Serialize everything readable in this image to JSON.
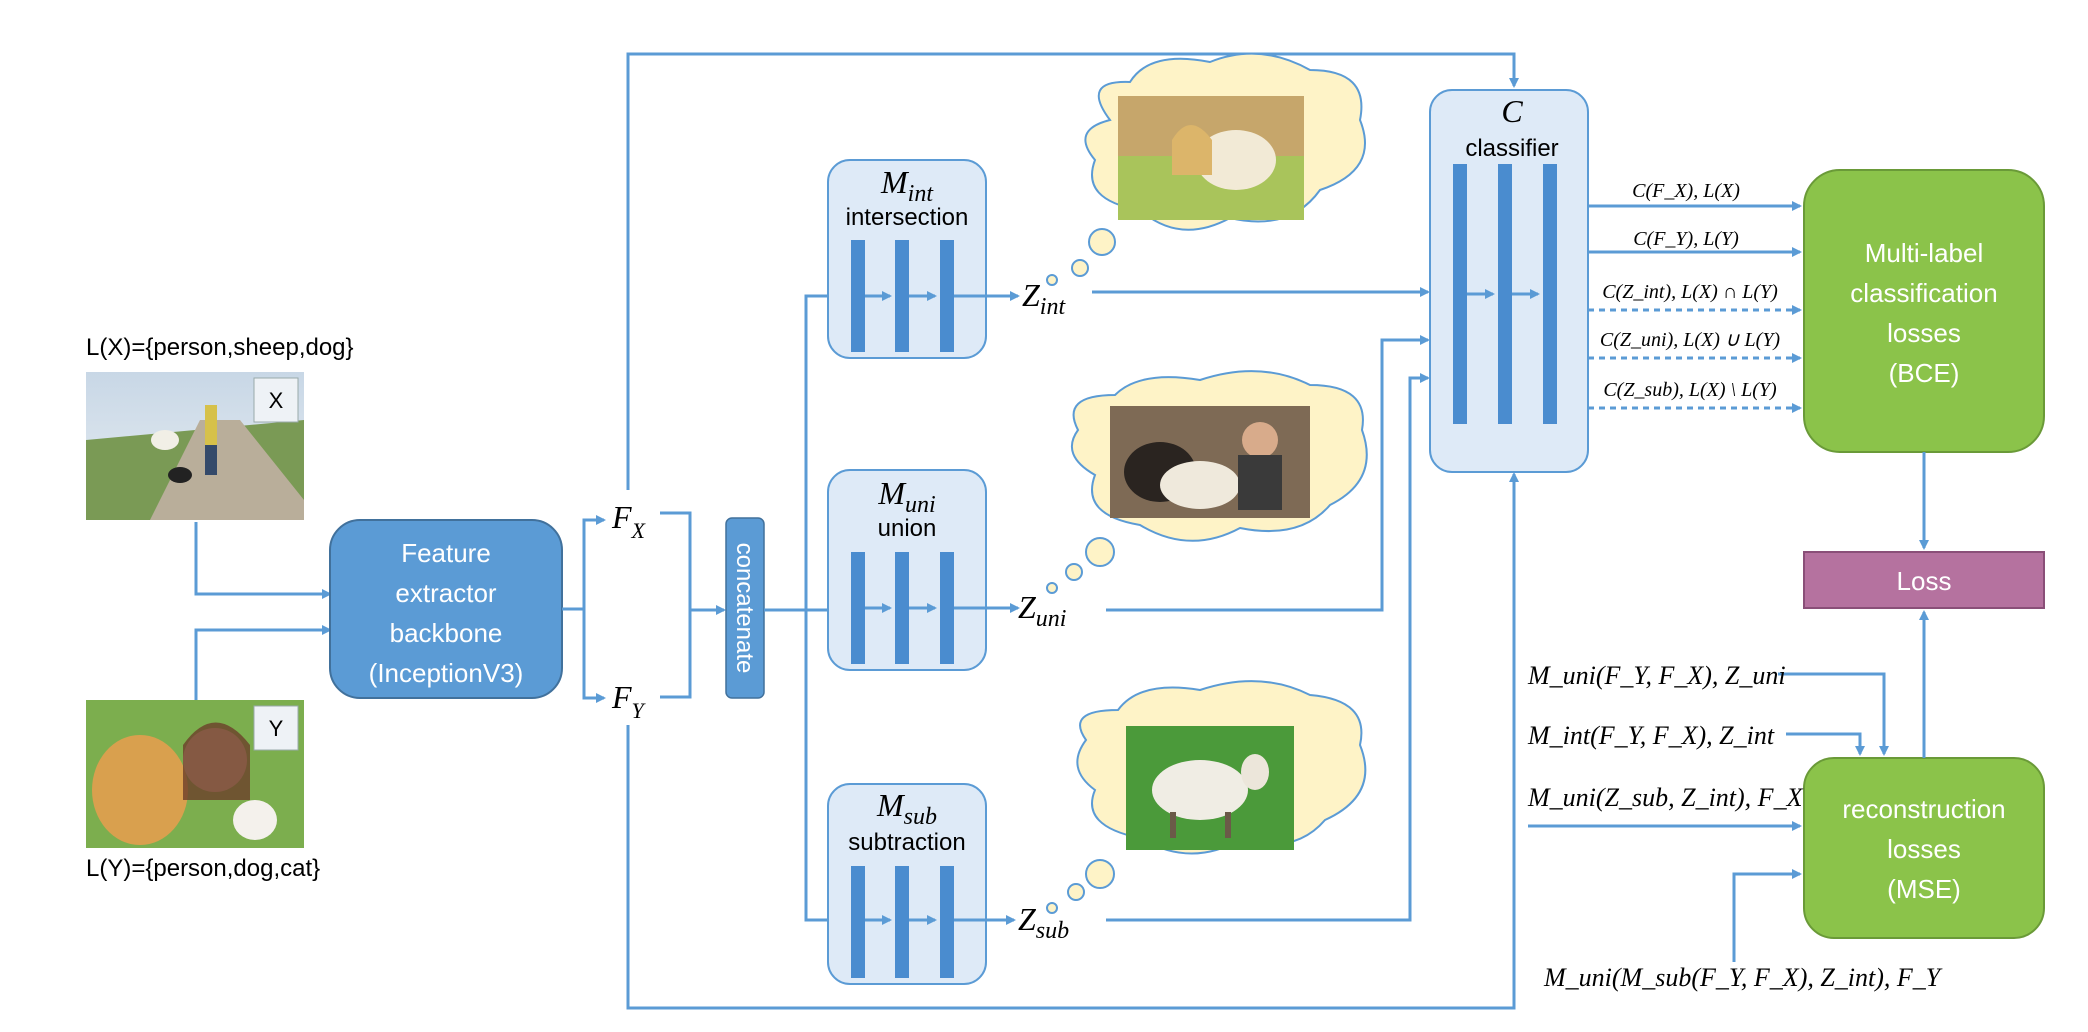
{
  "inputs": {
    "x": {
      "badge": "X",
      "label_set": "L(X)={person,sheep,dog}"
    },
    "y": {
      "badge": "Y",
      "label_set": "L(Y)={person,dog,cat}"
    }
  },
  "backbone": {
    "lines": [
      "Feature",
      "extractor",
      "backbone",
      "(InceptionV3)"
    ]
  },
  "features": {
    "fx": {
      "base": "F",
      "sub": "X"
    },
    "fy": {
      "base": "F",
      "sub": "Y"
    }
  },
  "concat": {
    "label": "concatenate"
  },
  "modules": [
    {
      "id": "int",
      "sym": "M",
      "sym_sub": "int",
      "label": "intersection",
      "out": "Z",
      "out_sub": "int"
    },
    {
      "id": "uni",
      "sym": "M",
      "sym_sub": "uni",
      "label": "union",
      "out": "Z",
      "out_sub": "uni"
    },
    {
      "id": "sub",
      "sym": "M",
      "sym_sub": "sub",
      "label": "subtraction",
      "out": "Z",
      "out_sub": "sub"
    }
  ],
  "classifier": {
    "sym": "C",
    "label": "classifier"
  },
  "classifier_outputs": [
    {
      "text": "C(F_X), L(X)",
      "style": "solid"
    },
    {
      "text": "C(F_Y), L(Y)",
      "style": "solid"
    },
    {
      "text": "C(Z_int), L(X) ∩ L(Y)",
      "style": "dashed"
    },
    {
      "text": "C(Z_uni), L(X) ∪ L(Y)",
      "style": "dashed"
    },
    {
      "text": "C(Z_sub), L(X) \\ L(Y)",
      "style": "dashed"
    }
  ],
  "bce_box": {
    "lines": [
      "Multi-label",
      "classification",
      "losses",
      "(BCE)"
    ]
  },
  "loss_box": {
    "label": "Loss"
  },
  "mse_box": {
    "lines": [
      "reconstruction",
      "losses",
      "(MSE)"
    ]
  },
  "reconstruction_inputs": [
    "M_uni(F_Y, F_X), Z_uni",
    "M_int(F_Y, F_X), Z_int",
    "M_uni(Z_sub, Z_int), F_X",
    "M_uni(M_sub(F_Y, F_X), Z_int), F_Y"
  ],
  "colors": {
    "arrow": "#5b9bd5",
    "module_fill": "#deeaf7",
    "module_border": "#5b9bd5",
    "bar_fill": "#4a8ccf",
    "backbone_fill": "#5b9bd5",
    "green_box": "#8bc34a",
    "loss_box": "#b5729f",
    "cloud_fill": "#fef3c7",
    "cloud_border": "#5b9bd5"
  }
}
